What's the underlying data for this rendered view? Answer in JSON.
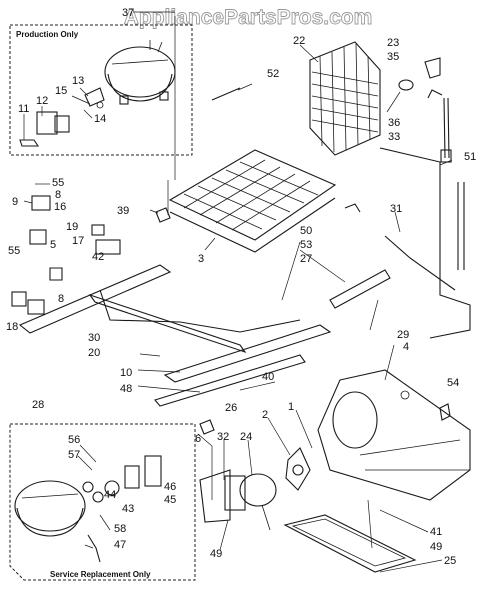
{
  "watermark": "AppliancePartsPros.com",
  "boxes": {
    "production_only": "Production Only",
    "service_replacement_only": "Service Replacement Only"
  },
  "callouts": [
    "37",
    "22",
    "23",
    "35",
    "52",
    "13",
    "15",
    "12",
    "11",
    "14",
    "36",
    "33",
    "51",
    "55",
    "8",
    "9",
    "16",
    "39",
    "50",
    "31",
    "53",
    "27",
    "3",
    "19",
    "17",
    "42",
    "5",
    "55",
    "8",
    "18",
    "30",
    "20",
    "29",
    "4",
    "10",
    "48",
    "40",
    "54",
    "28",
    "26",
    "1",
    "2",
    "56",
    "32",
    "24",
    "57",
    "6",
    "44",
    "43",
    "46",
    "45",
    "58",
    "47",
    "41",
    "49",
    "49",
    "25"
  ]
}
